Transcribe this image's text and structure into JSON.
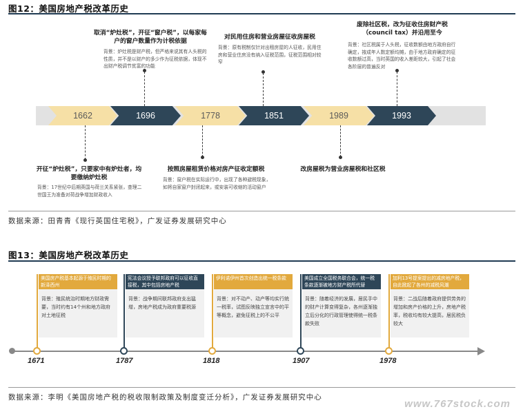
{
  "fig12": {
    "title": "图12：美国房地产税改革历史",
    "years": [
      "1662",
      "1696",
      "1778",
      "1851",
      "1989",
      "1993"
    ],
    "top_cards": [
      {
        "title": "取消“炉灶税”，开征“窗户税”，以每家每户的窗户数量作为计税依据",
        "body": "背景：炉灶税是财产税，但严格来说其有人头税的性质，并不是以财产的多少作为征税依据，体现不出财产税调节贫富的功能"
      },
      {
        "title": "对民用住房和营业房屋征收房屋税",
        "body": "背景：原有税制仅针对出租房屋的人征收，民用住房和营业住房没有纳入征税范围，征税范围相对较窄"
      },
      {
        "title": "废除社区税，改为征收住房财产税（council tax）并沿用至今",
        "body": "背景：社区税属于人头税，征收数额由地方政府自行确定，按成年人数定额均摊，由于地方政府确定的征收数额过高，当时英国的收入差距较大，引起了社会各阶层的普遍反对"
      }
    ],
    "bottom_cards": [
      {
        "title": "开征“炉灶税”，只要家中有炉灶者，均要缴纳炉灶税",
        "body": "背景：17世纪中后期英国与荷兰关系紧张，查理二世国王为准备对荷战争增加财政收入"
      },
      {
        "title": "按照房屋租赁价格对房产征收定额税",
        "body": "背景：窗户税在实际运行中，出现了各种避税现象，如将自家窗户封闭起来，或安装可收缩的活动窗户"
      },
      {
        "title": "改房屋税为营业房屋税和社区税",
        "body": ""
      }
    ],
    "source": "数据来源：田青青《现行英国住宅税》，广发证券发展研究中心"
  },
  "fig13": {
    "title": "图13：美国房地产税改革历史",
    "years": [
      "1671",
      "1787",
      "1818",
      "1907",
      "1978"
    ],
    "boxes": [
      {
        "header": "美国房产税基本起源于殖民时期的新泽西州",
        "body": "背景：殖民统治时期地方财政需要，当时约有14个州和地方政府对土地征税",
        "dark": false
      },
      {
        "header": "宪法会议授予联邦政府可以征收直接税，其中包括房地产税",
        "body": "背景：战争期间联邦政府支出猛增，房地产税成为政府重要税源",
        "dark": true
      },
      {
        "header": "伊利诺伊州首次创造出统一税条款",
        "body": "背景：对不动产、动产等均实行统一税率，试图反映独立宣言中的平等概念，避免征税上的不公平",
        "dark": false
      },
      {
        "header": "美国成立全国税务联合会，统一税条款逐渐被地方财产税所代替",
        "body": "背景：随着经济的发展，居民手中的财产计算变得复杂，各州逐渐独立后分化的行政管理使得统一税条款失败",
        "dark": true
      },
      {
        "header": "加利13号提案提出的减房地产税，自此掀起了各州的减税风潮",
        "body": "背景：二战后随着政府提供劳务的增加和房产价格的上升，房地产税率，税收均有较大提高，居民税负较大",
        "dark": false
      }
    ],
    "source": "数据来源：李明《美国房地产税的税收限制政策及制度变迁分析》，广发证券发展研究中心"
  },
  "watermark": "www.767stock.com"
}
